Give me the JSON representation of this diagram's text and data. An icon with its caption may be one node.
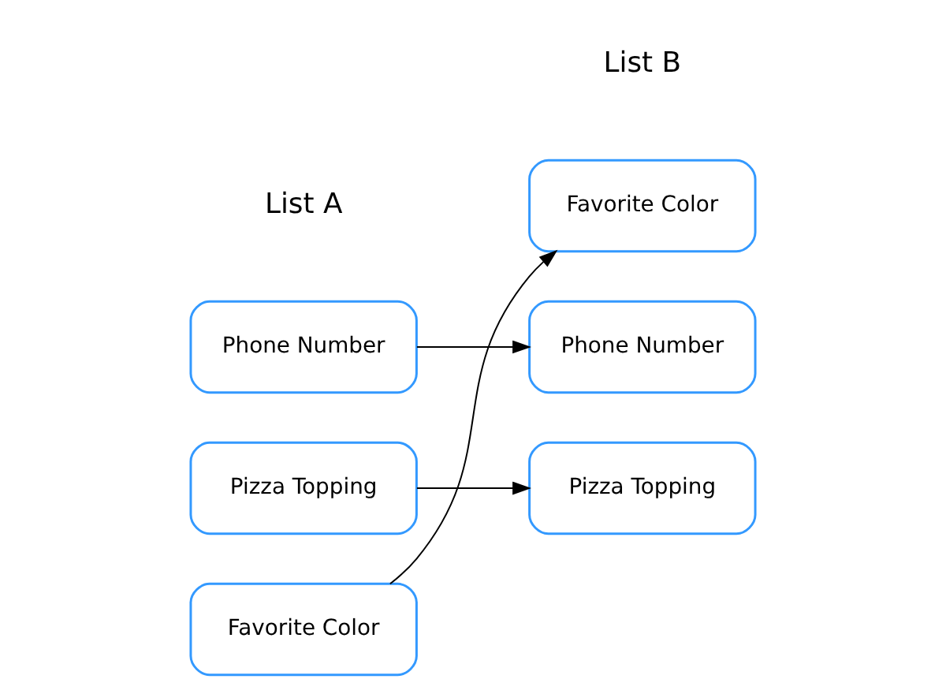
{
  "diagram": {
    "nodes": [
      {
        "text": [
          "Phone Number"
        ]
      },
      {
        "text": [
          "Pizza Topping"
        ]
      },
      {
        "text": [
          "Favorite Color"
        ]
      },
      {
        "text": [
          "Favorite Color"
        ]
      },
      {
        "text": [
          "Phone Number"
        ]
      },
      {
        "text": [
          "Pizza Topping"
        ]
      }
    ],
    "edges": [
      {
        "from": 0,
        "to": 4,
        "arrow": "to"
      },
      {
        "from": 1,
        "to": 5,
        "arrow": "to"
      },
      {
        "from": 2,
        "to": 3,
        "arrow": "to"
      }
    ],
    "labels": [
      "List A",
      "List B"
    ]
  }
}
